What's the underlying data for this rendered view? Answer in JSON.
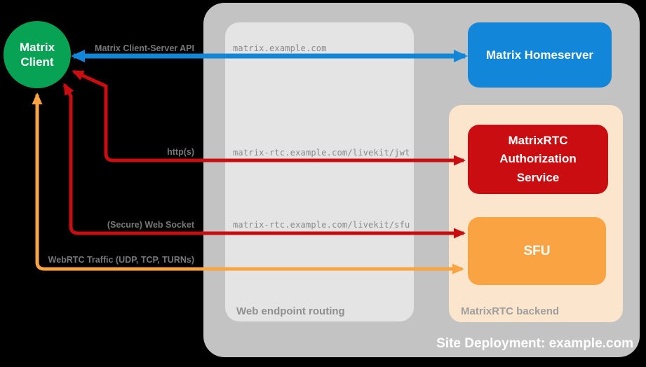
{
  "canvas": {
    "background": "#000000"
  },
  "client": {
    "label": "Matrix Client",
    "color": "#07a254"
  },
  "containers": {
    "site_deployment": {
      "label": "Site Deployment: example.com",
      "fill": "#c3c3c3"
    },
    "web_endpoint_routing": {
      "label": "Web endpoint routing",
      "fill": "#e4e4e4"
    },
    "matrixrtc_backend": {
      "label": "MatrixRTC backend",
      "fill": "#fce5cd"
    }
  },
  "nodes": {
    "homeserver": {
      "label": "Matrix Homeserver",
      "fill": "#1287d9"
    },
    "auth_service": {
      "label": "MatrixRTC Authorization Service",
      "fill": "#c90d11"
    },
    "sfu": {
      "label": "SFU",
      "fill": "#f9a342"
    }
  },
  "connections": [
    {
      "label": "Matrix Client-Server API",
      "route": "matrix.example.com",
      "color": "#1287d9",
      "bidirectional": true
    },
    {
      "label": "http(s)",
      "route": "matrix-rtc.example.com/livekit/jwt",
      "color": "#c90d11",
      "bidirectional": true
    },
    {
      "label": "(Secure) Web Socket",
      "route": "matrix-rtc.example.com/livekit/sfu",
      "color": "#c90d11",
      "bidirectional": true
    },
    {
      "label": "WebRTC Traffic (UDP, TCP, TURNs)",
      "route": "",
      "color": "#f9a342",
      "bidirectional": true
    }
  ]
}
